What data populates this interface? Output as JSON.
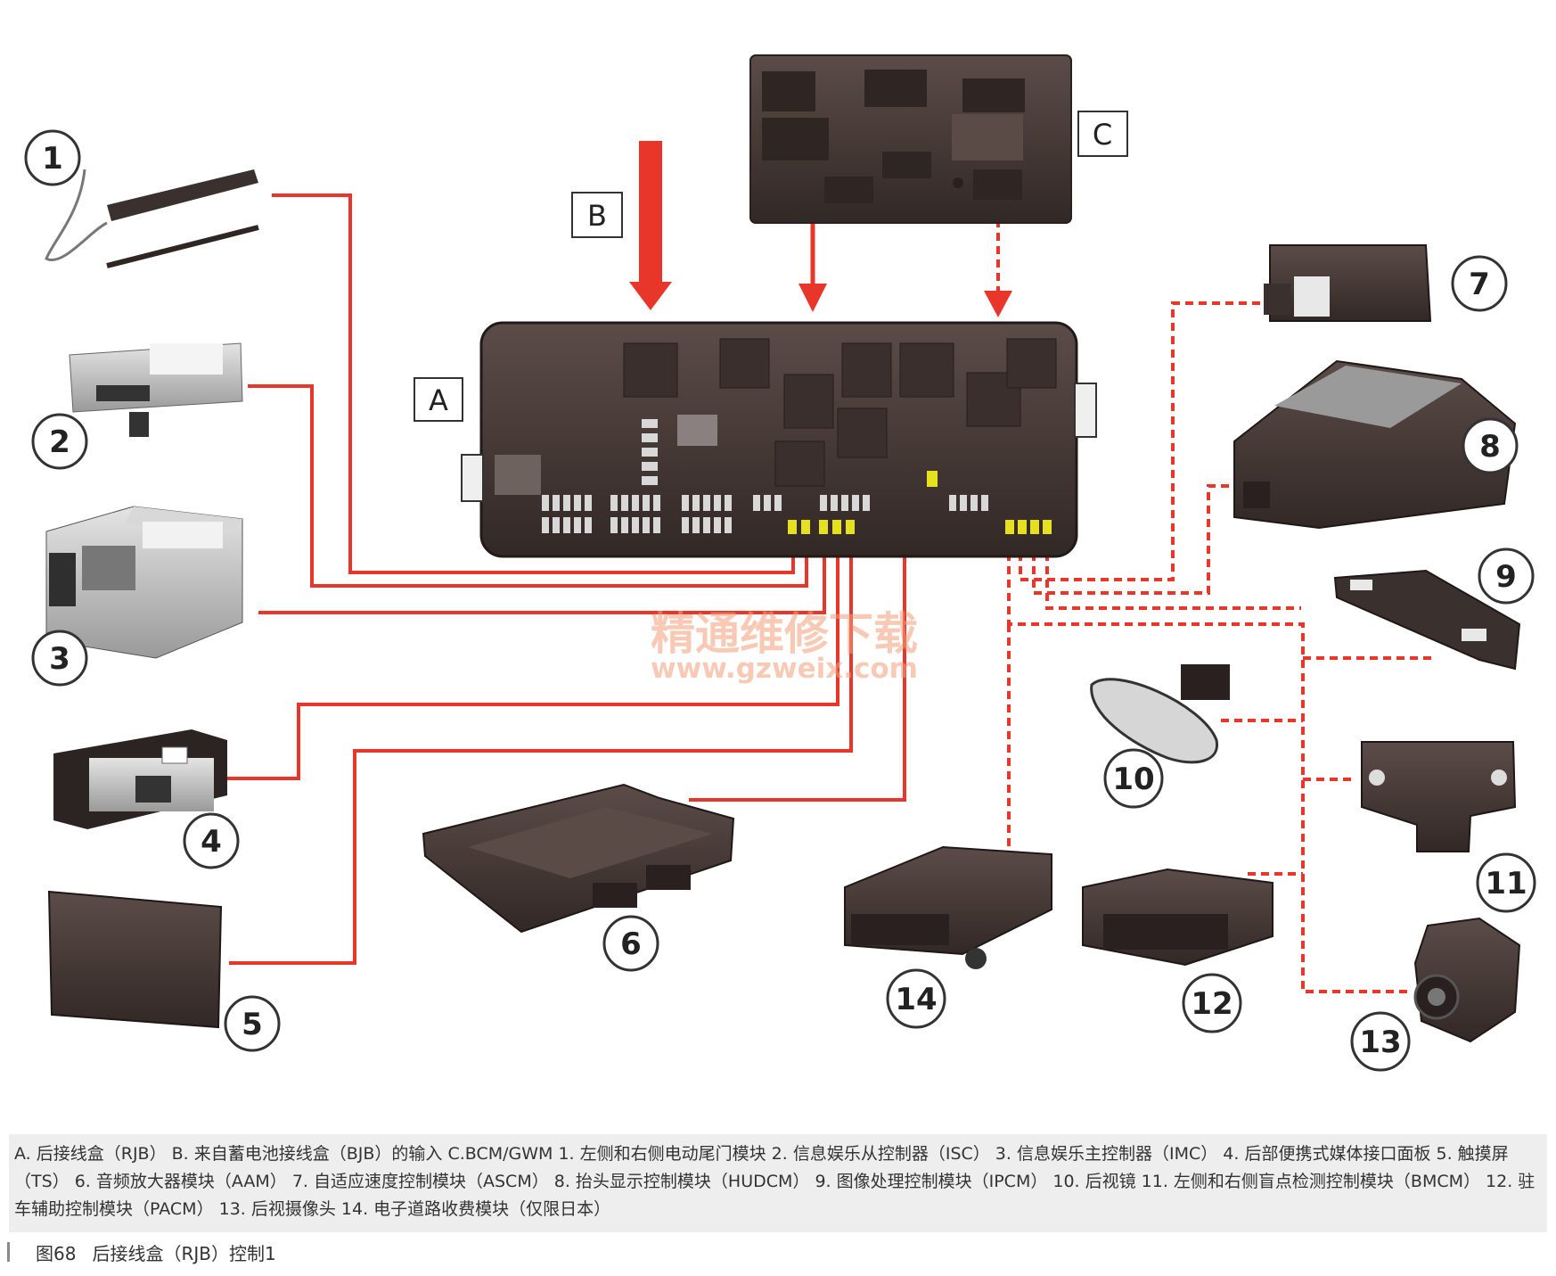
{
  "labels": {
    "A": "A",
    "B": "B",
    "C": "C"
  },
  "components": [
    {
      "num": "1"
    },
    {
      "num": "2"
    },
    {
      "num": "3"
    },
    {
      "num": "4"
    },
    {
      "num": "5"
    },
    {
      "num": "6"
    },
    {
      "num": "7"
    },
    {
      "num": "8"
    },
    {
      "num": "9"
    },
    {
      "num": "10"
    },
    {
      "num": "11"
    },
    {
      "num": "12"
    },
    {
      "num": "13"
    },
    {
      "num": "14"
    }
  ],
  "watermark": {
    "line1": "精通维修下载",
    "line2": "www.gzweix.com"
  },
  "caption": "A. 后接线盒（RJB） B. 来自蓄电池接线盒（BJB）的输入 C.BCM/GWM 1. 左侧和右侧电动尾门模块 2. 信息娱乐从控制器（ISC） 3. 信息娱乐主控制器（IMC） 4. 后部便携式媒体接口面板 5. 触摸屏（TS） 6. 音频放大器模块（AAM） 7. 自适应速度控制模块（ASCM） 8. 抬头显示控制模块（HUDCM） 9. 图像处理控制模块（IPCM） 10. 后视镜 11. 左侧和右侧盲点检测控制模块（BMCM） 12. 驻车辅助控制模块（PACM） 13. 后视摄像头 14. 电子道路收费模块（仅限日本）",
  "figure": {
    "number": "图68",
    "title": "后接线盒（RJB）控制1"
  },
  "colors": {
    "wire_solid": "#e8362a",
    "wire_dashed": "#e8362a",
    "module_dark": "#4a3d3a",
    "module_silver": "#c9c9c9"
  }
}
